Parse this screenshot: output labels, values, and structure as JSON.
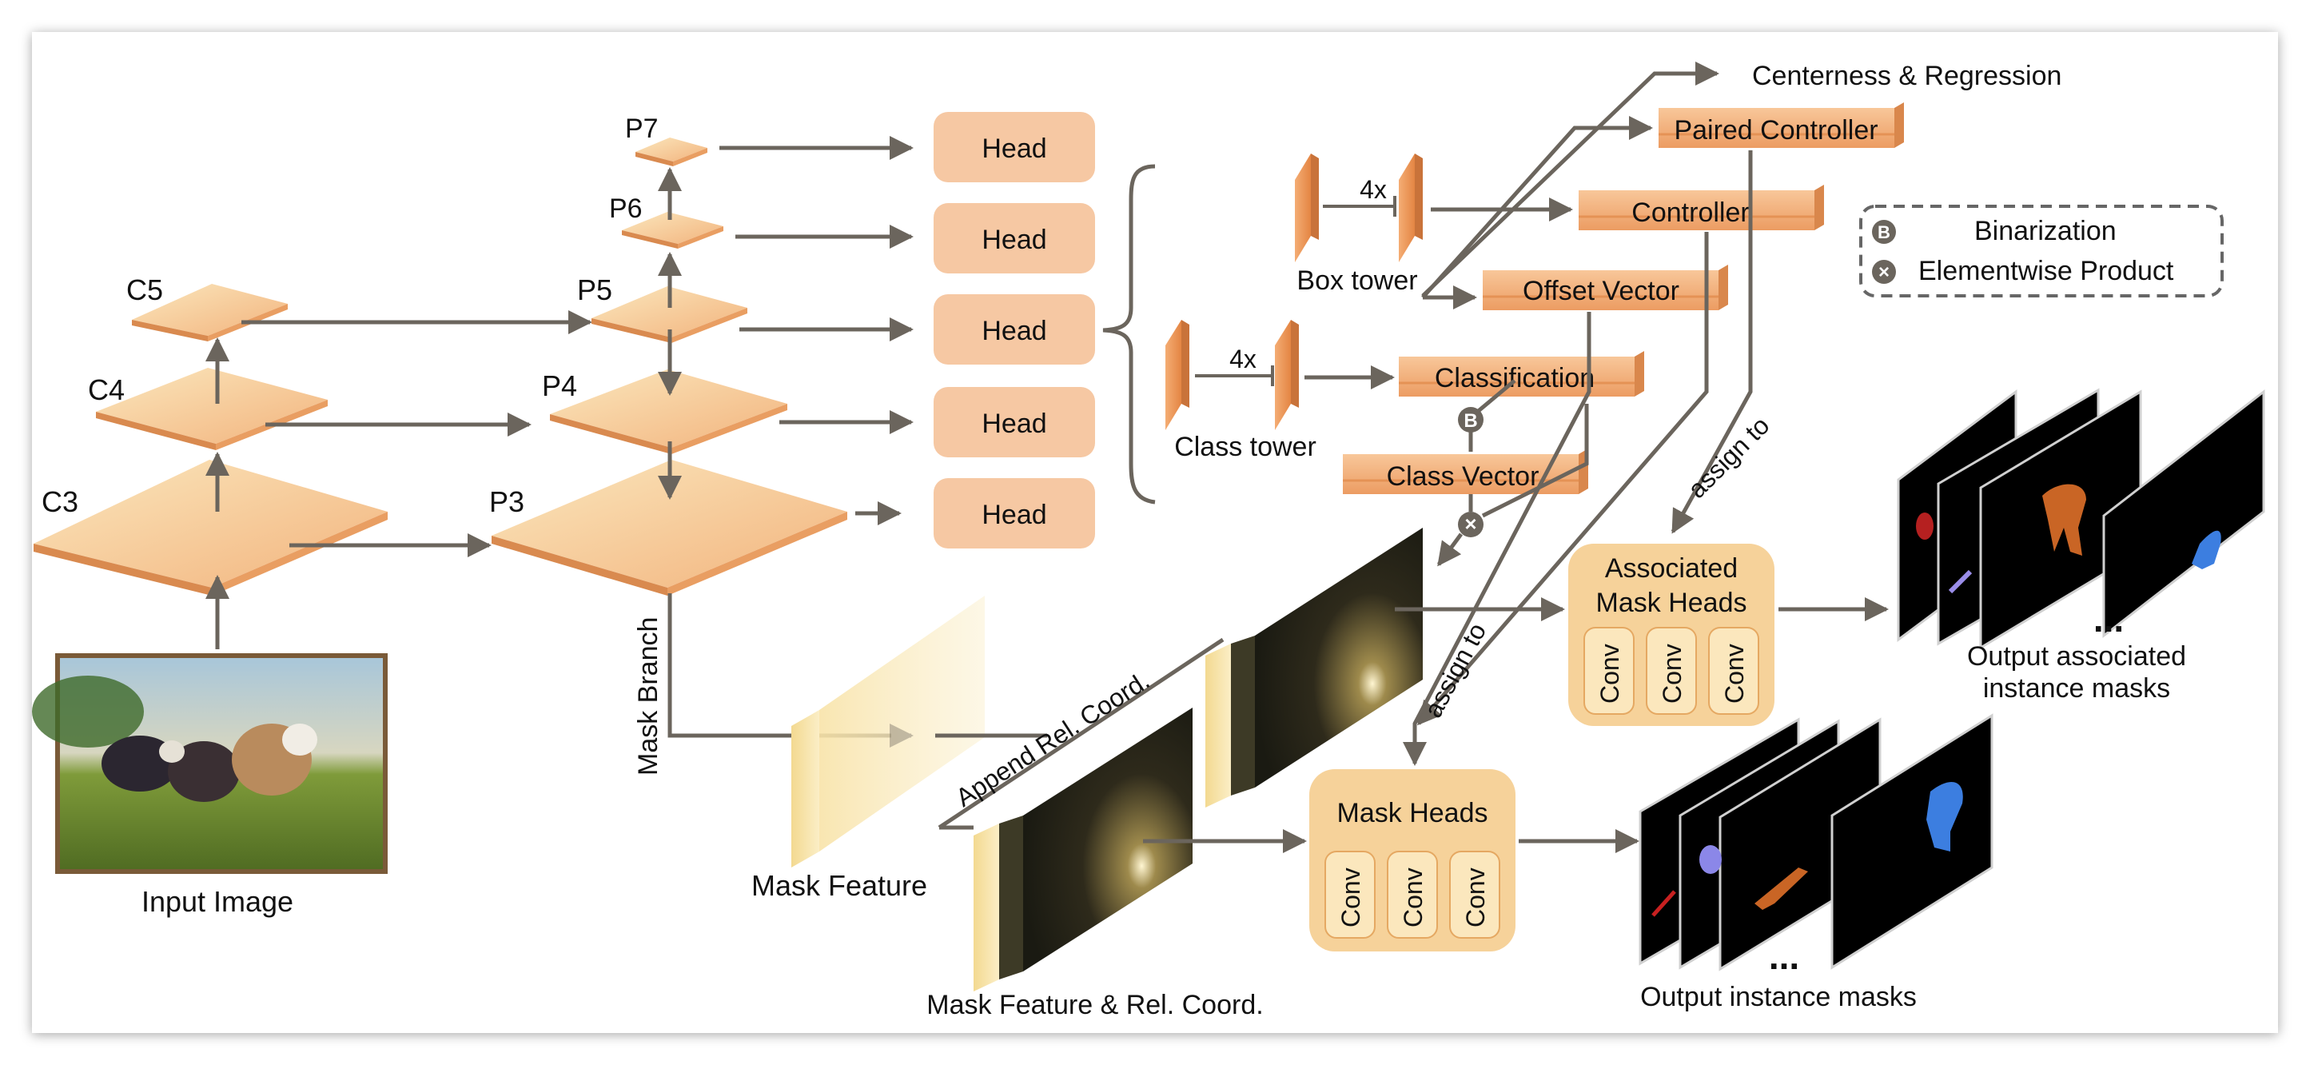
{
  "backbone": {
    "input_image_label": "Input Image",
    "c3": "C3",
    "c4": "C4",
    "c5": "C5"
  },
  "fpn": {
    "p3": "P3",
    "p4": "P4",
    "p5": "P5",
    "p6": "P6",
    "p7": "P7"
  },
  "heads": {
    "head_label": "Head"
  },
  "towers": {
    "box_tower": "Box tower",
    "class_tower": "Class tower",
    "repeat": "4x"
  },
  "outputs": {
    "centerness": "Centerness & Regression",
    "paired_controller": "Paired Controller",
    "controller": "Controller",
    "offset_vector": "Offset Vector",
    "classification": "Classification",
    "class_vector": "Class Vector"
  },
  "legend": {
    "binarization": "Binarization",
    "elementwise": "Elementwise Product",
    "binarization_symbol": "B",
    "elementwise_symbol": "×"
  },
  "mask": {
    "mask_branch": "Mask Branch",
    "mask_feature": "Mask Feature",
    "append_coord": "Append Rel. Coord.",
    "feature_coord": "Mask Feature & Rel. Coord.",
    "assign_to": "assign to",
    "associated_heads_line1": "Associated",
    "associated_heads_line2": "Mask Heads",
    "mask_heads": "Mask Heads",
    "conv": "Conv",
    "ellipsis": "..."
  },
  "results": {
    "associated_line1": "Output associated",
    "associated_line2": "instance masks",
    "output_masks": "Output instance masks"
  },
  "colors": {
    "head_fill": "#f6c8a3",
    "box_fill": "#f2a873",
    "layer_light": "#fbe4b5",
    "layer_dark": "#eba46f",
    "mask_panel": "#f6d29a",
    "arrow": "#6b655d",
    "feature_cream": "#f8e6ac"
  }
}
